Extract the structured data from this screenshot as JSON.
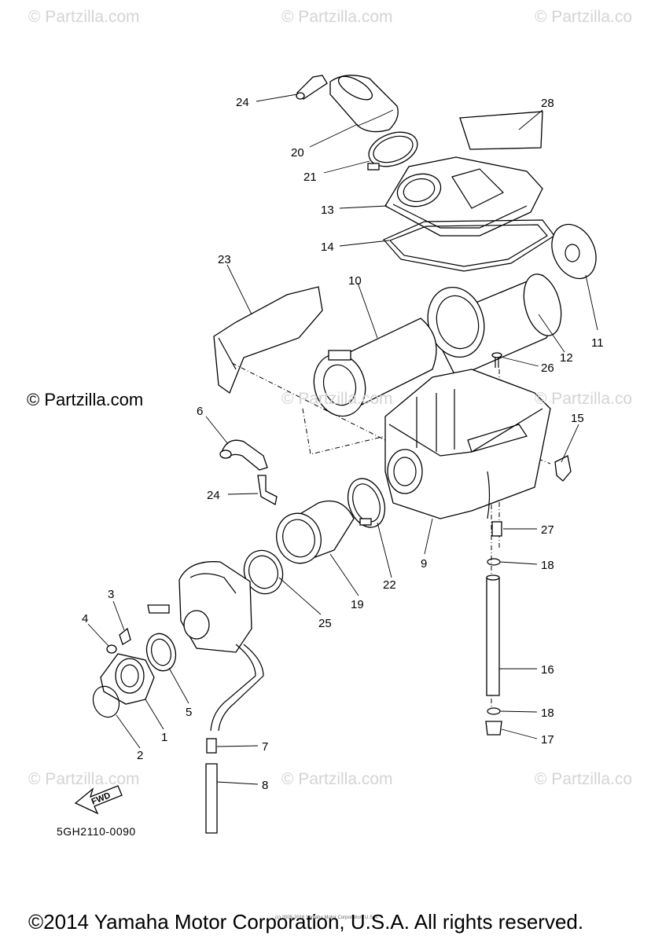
{
  "watermarks": {
    "tl": "© Partzilla.com",
    "tc": "© Partzilla.com",
    "tr": "© Partzilla.co",
    "ml": "© Partzilla.com",
    "mc": "© Partzilla.com",
    "mr": "© Partzilla.co",
    "bl": "© Partzilla.com",
    "bc": "© Partzilla.com",
    "br": "© Partzilla.co"
  },
  "callouts": [
    {
      "id": "c24a",
      "label": "24"
    },
    {
      "id": "c20",
      "label": "20"
    },
    {
      "id": "c21",
      "label": "21"
    },
    {
      "id": "c28",
      "label": "28"
    },
    {
      "id": "c13",
      "label": "13"
    },
    {
      "id": "c14",
      "label": "14"
    },
    {
      "id": "c23",
      "label": "23"
    },
    {
      "id": "c10",
      "label": "10"
    },
    {
      "id": "c11",
      "label": "11"
    },
    {
      "id": "c12",
      "label": "12"
    },
    {
      "id": "c26",
      "label": "26"
    },
    {
      "id": "c15",
      "label": "15"
    },
    {
      "id": "c6",
      "label": "6"
    },
    {
      "id": "c24b",
      "label": "24"
    },
    {
      "id": "c27",
      "label": "27"
    },
    {
      "id": "c9",
      "label": "9"
    },
    {
      "id": "c22",
      "label": "22"
    },
    {
      "id": "c19",
      "label": "19"
    },
    {
      "id": "c18a",
      "label": "18"
    },
    {
      "id": "c25",
      "label": "25"
    },
    {
      "id": "c3",
      "label": "3"
    },
    {
      "id": "c4",
      "label": "4"
    },
    {
      "id": "c16",
      "label": "16"
    },
    {
      "id": "c5",
      "label": "5"
    },
    {
      "id": "c1",
      "label": "1"
    },
    {
      "id": "c18b",
      "label": "18"
    },
    {
      "id": "c17",
      "label": "17"
    },
    {
      "id": "c2",
      "label": "2"
    },
    {
      "id": "c7",
      "label": "7"
    },
    {
      "id": "c8",
      "label": "8"
    }
  ],
  "fwd_label": "FWD",
  "diagram_code": "5GH2110-0090",
  "tiny_notice": "(c) 2005-2016 Yamaha Motor Corporation, U.S.A.",
  "copyright": "©2014 Yamaha Motor Corporation, U.S.A. All rights reserved."
}
